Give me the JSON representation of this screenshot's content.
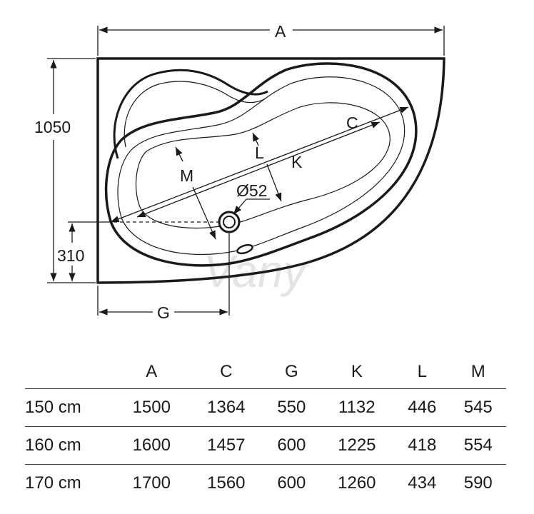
{
  "drawing": {
    "label_a": "A",
    "label_c": "C",
    "label_k": "K",
    "label_l": "L",
    "label_m": "M",
    "label_g": "G",
    "label_height": "1050",
    "label_offset": "310",
    "label_drain": "Ø52",
    "watermark": "Vany"
  },
  "table": {
    "headers": [
      "",
      "A",
      "C",
      "G",
      "K",
      "L",
      "M"
    ],
    "rows": [
      [
        "150 cm",
        "1500",
        "1364",
        "550",
        "1132",
        "446",
        "545"
      ],
      [
        "160 cm",
        "1600",
        "1457",
        "600",
        "1225",
        "418",
        "554"
      ],
      [
        "170 cm",
        "1700",
        "1560",
        "600",
        "1260",
        "434",
        "590"
      ]
    ]
  }
}
